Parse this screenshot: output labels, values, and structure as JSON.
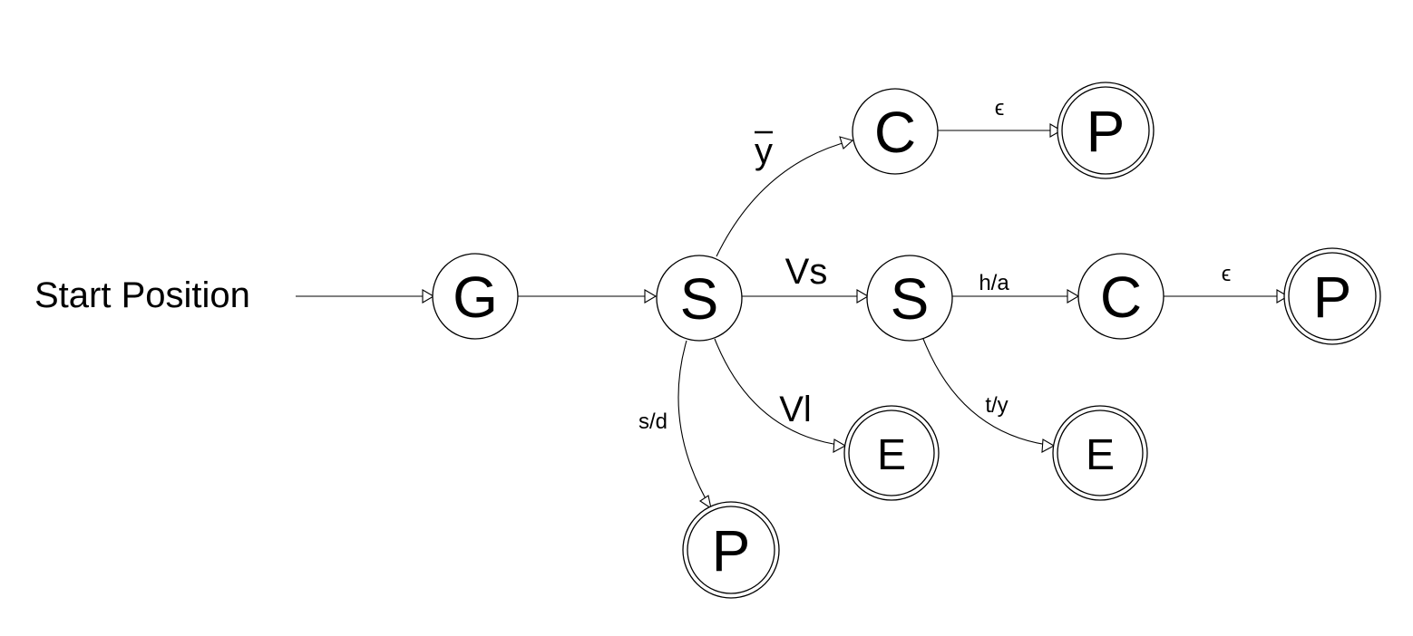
{
  "start_label": "Start Position",
  "nodes": {
    "g": "G",
    "s1": "S",
    "c1": "C",
    "p1": "P",
    "s2": "S",
    "c2": "C",
    "p2": "P",
    "e1": "E",
    "e2": "E",
    "p3": "P"
  },
  "edges": {
    "s1_c1": "y",
    "c1_p1": "ϵ",
    "s1_s2": "Vs",
    "s2_c2": "h/a",
    "c2_p2": "ϵ",
    "s1_e1": "Vl",
    "s2_e2": "t/y",
    "s1_p3": "s/d"
  }
}
